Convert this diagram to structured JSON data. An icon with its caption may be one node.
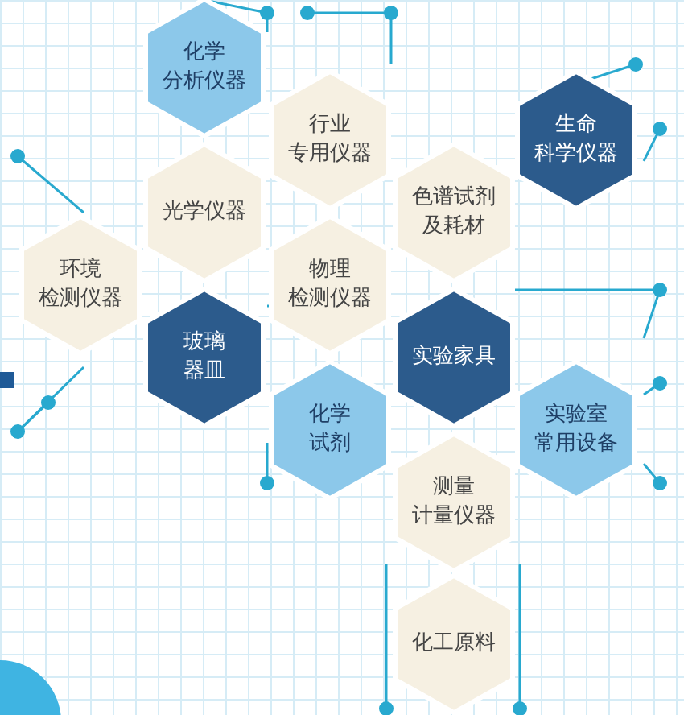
{
  "diagram": {
    "nodes": [
      {
        "text": [
          "化学分析仪器"
        ]
      },
      {
        "text": [
          "行业专用仪器"
        ]
      },
      {
        "text": [
          "生命科学仪器"
        ]
      },
      {
        "text": [
          "光学仪器"
        ]
      },
      {
        "text": [
          "色谱试剂及耗材"
        ]
      },
      {
        "text": [
          "环境检测仪器"
        ]
      },
      {
        "text": [
          "物理检测仪器"
        ]
      },
      {
        "text": [
          "玻璃器皿"
        ]
      },
      {
        "text": [
          "实验家具"
        ]
      },
      {
        "text": [
          "化学试剂"
        ]
      },
      {
        "text": [
          "实验室常用设备"
        ]
      },
      {
        "text": [
          "测量计量仪器"
        ]
      },
      {
        "text": [
          "化工原料"
        ]
      }
    ]
  }
}
